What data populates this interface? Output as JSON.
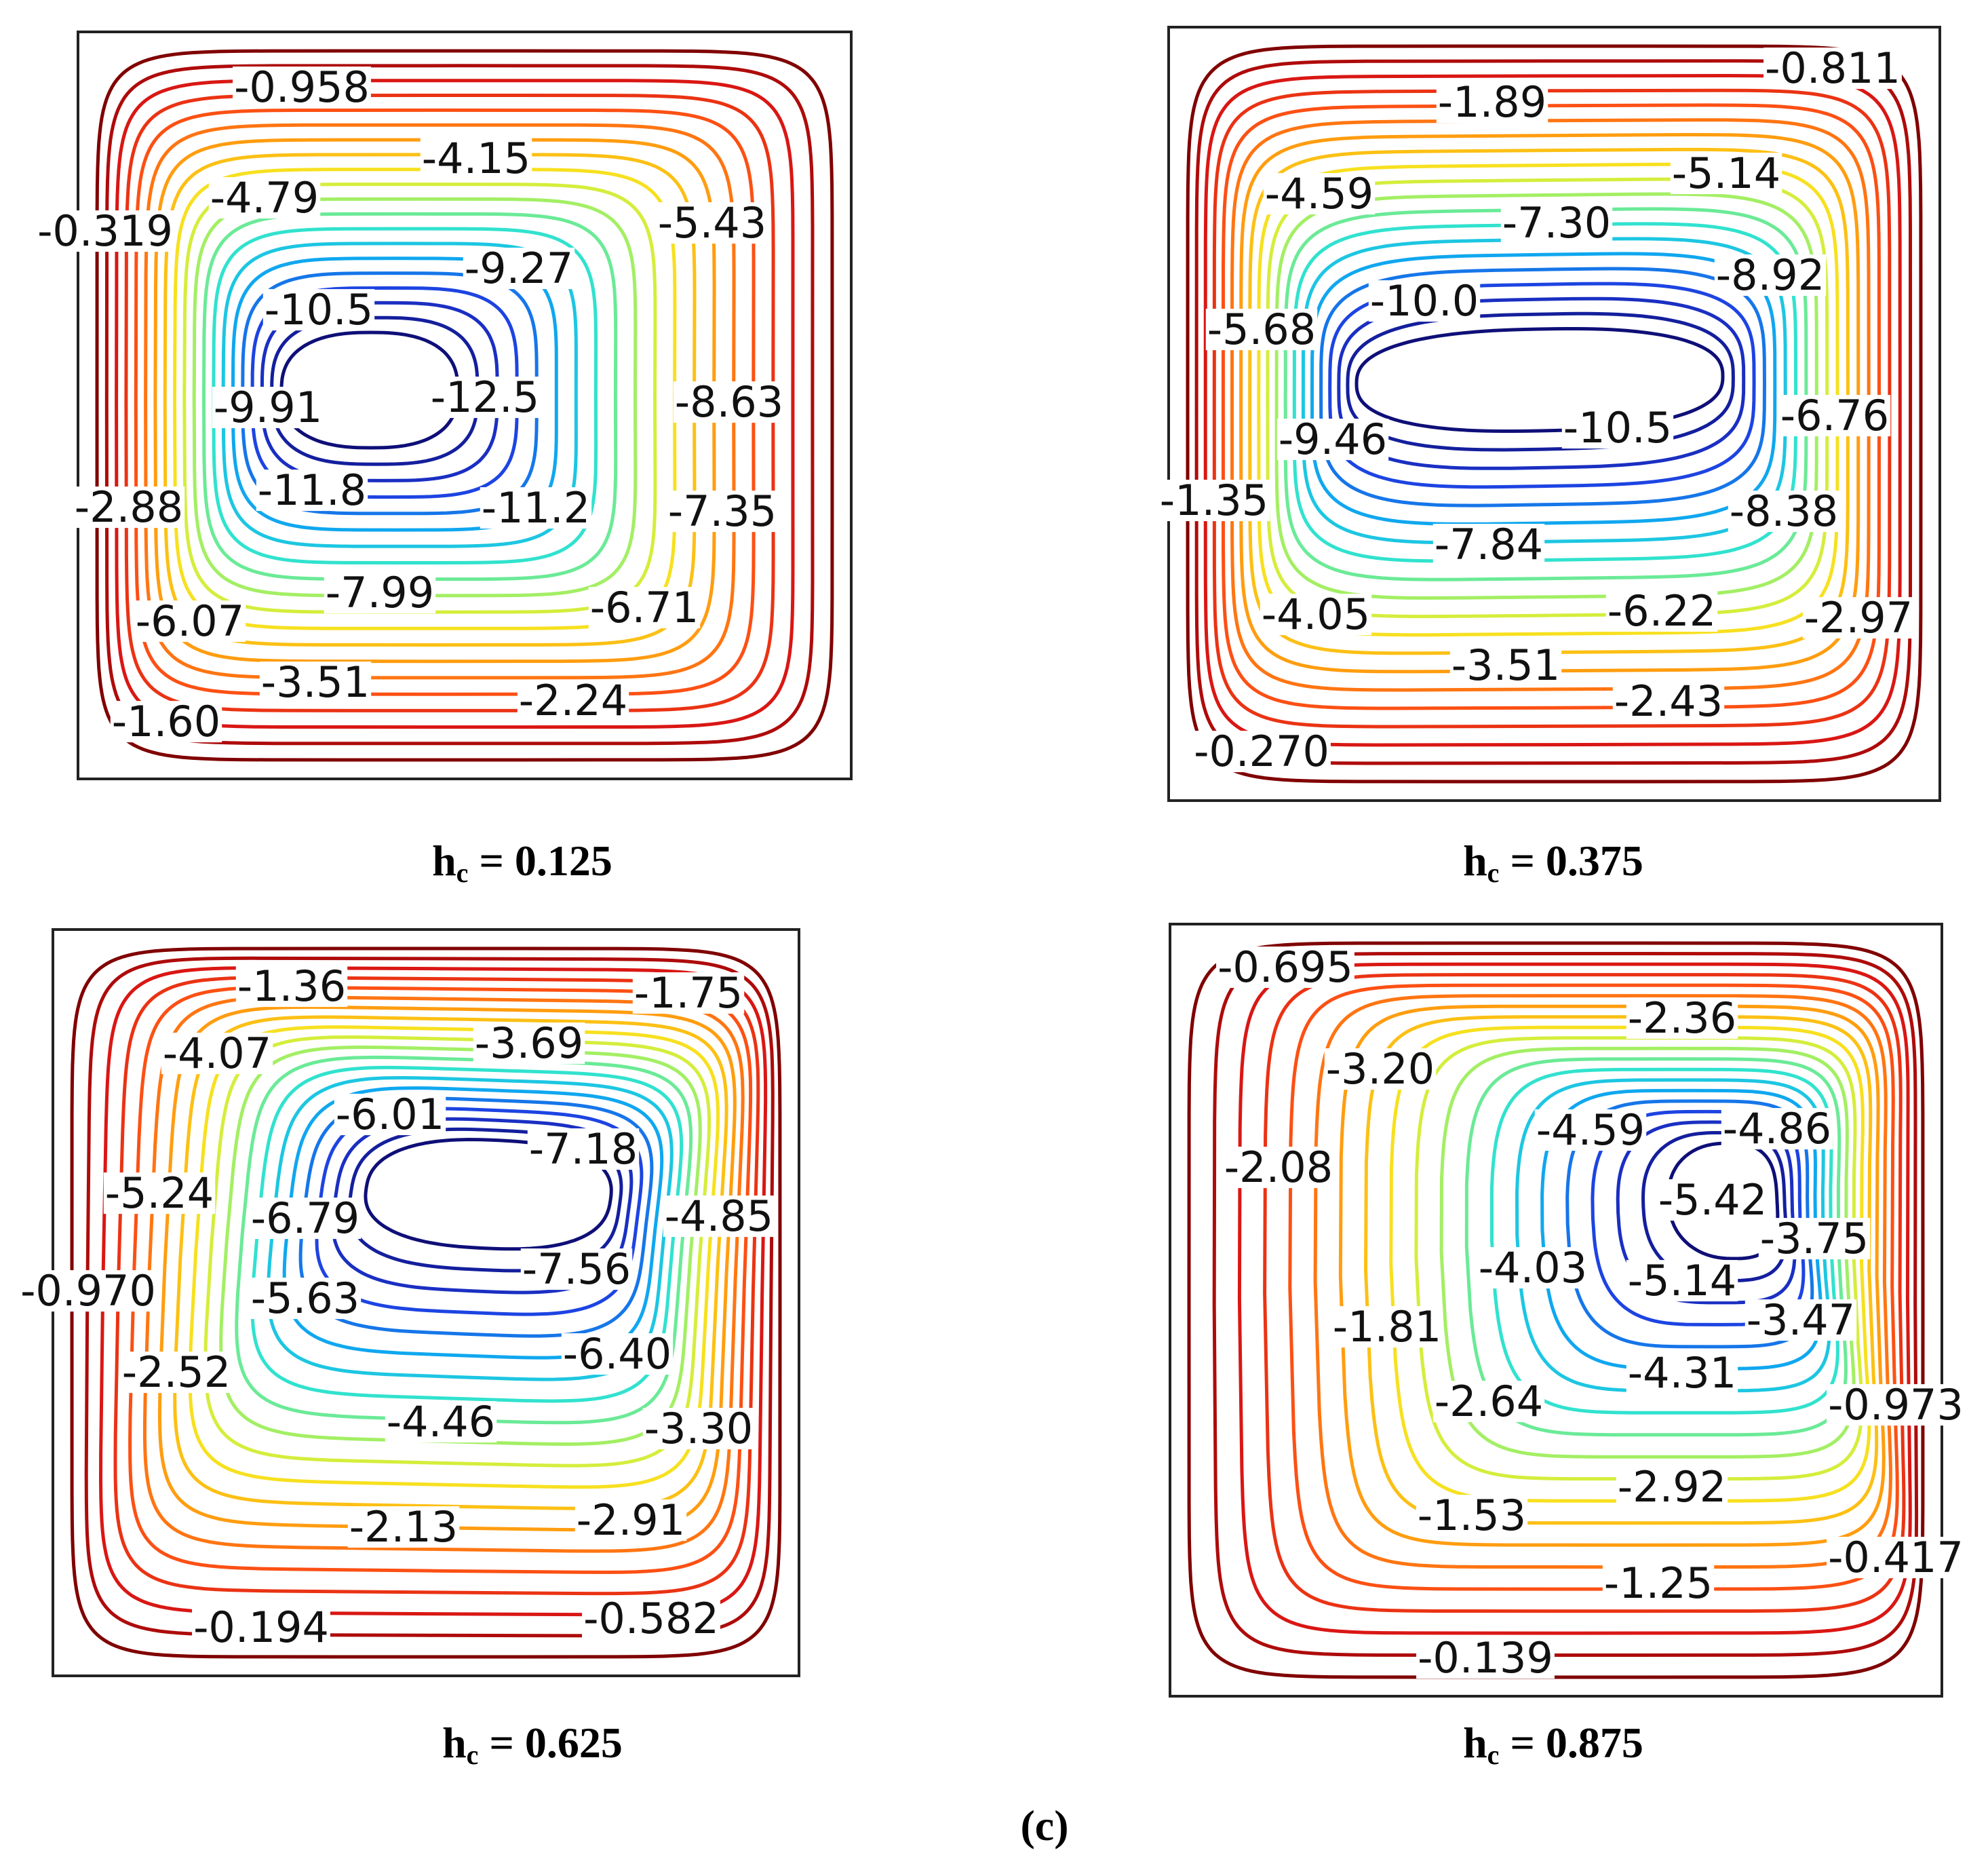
{
  "figure_label": "(c)",
  "chart_data": [
    {
      "type": "contour",
      "caption": {
        "symbol": "h",
        "subscript": "c",
        "value": "= 0.125"
      },
      "levels": [
        "-0.958",
        "-4.15",
        "-0.319",
        "-4.79",
        "-5.43",
        "-9.27",
        "-10.5",
        "-12.5",
        "-9.91",
        "-8.63",
        "-11.8",
        "-11.2",
        "-2.88",
        "-7.35",
        "-7.99",
        "-6.71",
        "-6.07",
        "-3.51",
        "-2.24",
        "-1.60"
      ]
    },
    {
      "type": "contour",
      "caption": {
        "symbol": "h",
        "subscript": "c",
        "value": "= 0.375"
      },
      "levels": [
        "-0.811",
        "-1.89",
        "-5.14",
        "-4.59",
        "-7.30",
        "-8.92",
        "-10.0",
        "-5.68",
        "-6.76",
        "-9.46",
        "-10.5",
        "-1.35",
        "-8.38",
        "-7.84",
        "-6.22",
        "-4.05",
        "-2.97",
        "-3.51",
        "-2.43",
        "-0.270"
      ]
    },
    {
      "type": "contour",
      "caption": {
        "symbol": "h",
        "subscript": "c",
        "value": "= 0.625"
      },
      "levels": [
        "-1.36",
        "-1.75",
        "-3.69",
        "-4.07",
        "-6.01",
        "-7.18",
        "-5.24",
        "-4.85",
        "-6.79",
        "-7.56",
        "-0.970",
        "-5.63",
        "-6.40",
        "-2.52",
        "-4.46",
        "-3.30",
        "-2.91",
        "-2.13",
        "-0.582",
        "-0.194"
      ]
    },
    {
      "type": "contour",
      "caption": {
        "symbol": "h",
        "subscript": "c",
        "value": "= 0.875"
      },
      "levels": [
        "-0.695",
        "-2.36",
        "-3.20",
        "-4.59",
        "-4.86",
        "-2.08",
        "-5.42",
        "-3.75",
        "-4.03",
        "-5.14",
        "-3.47",
        "-1.81",
        "-4.31",
        "-0.973",
        "-2.64",
        "-2.92",
        "-1.53",
        "-0.417",
        "-1.25",
        "-0.139"
      ]
    }
  ]
}
